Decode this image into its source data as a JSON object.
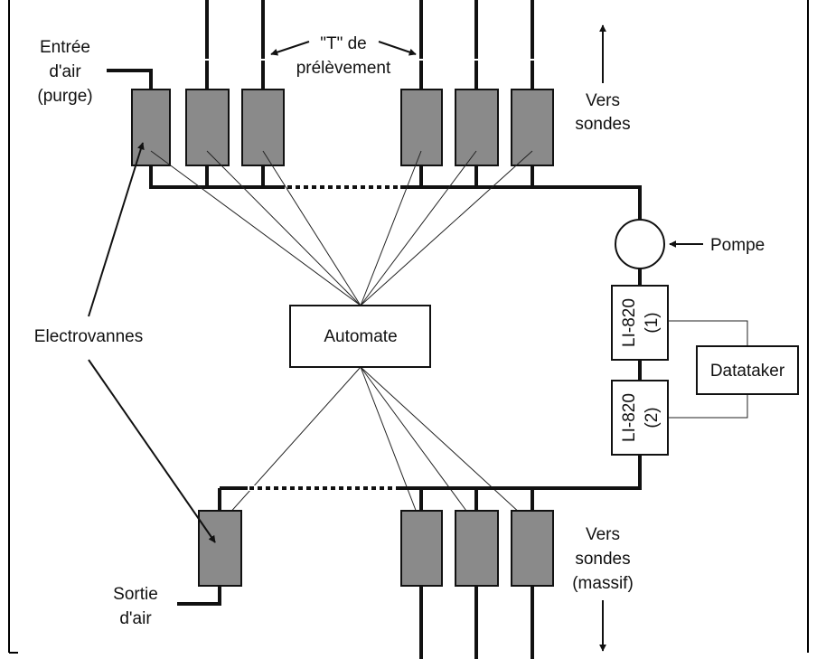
{
  "labels": {
    "inlet_line1": "Entrée",
    "inlet_line2": "d'air",
    "inlet_line3": "(purge)",
    "tee_line1": "\"T\" de",
    "tee_line2": "prélèvement",
    "probes_top_line1": "Vers",
    "probes_top_line2": "sondes",
    "pump": "Pompe",
    "valves": "Electrovannes",
    "controller": "Automate",
    "analyzer1": "LI-820",
    "analyzer1_index": "(1)",
    "analyzer2": "LI-820",
    "analyzer2_index": "(2)",
    "datalogger": "Datataker",
    "outlet_line1": "Sortie",
    "outlet_line2": "d'air",
    "probes_bottom_line1": "Vers",
    "probes_bottom_line2": "sondes",
    "probes_bottom_line3": "(massif)"
  },
  "colors": {
    "valve_fill": "#8a8a8a",
    "line": "#111111",
    "background": "#ffffff"
  }
}
